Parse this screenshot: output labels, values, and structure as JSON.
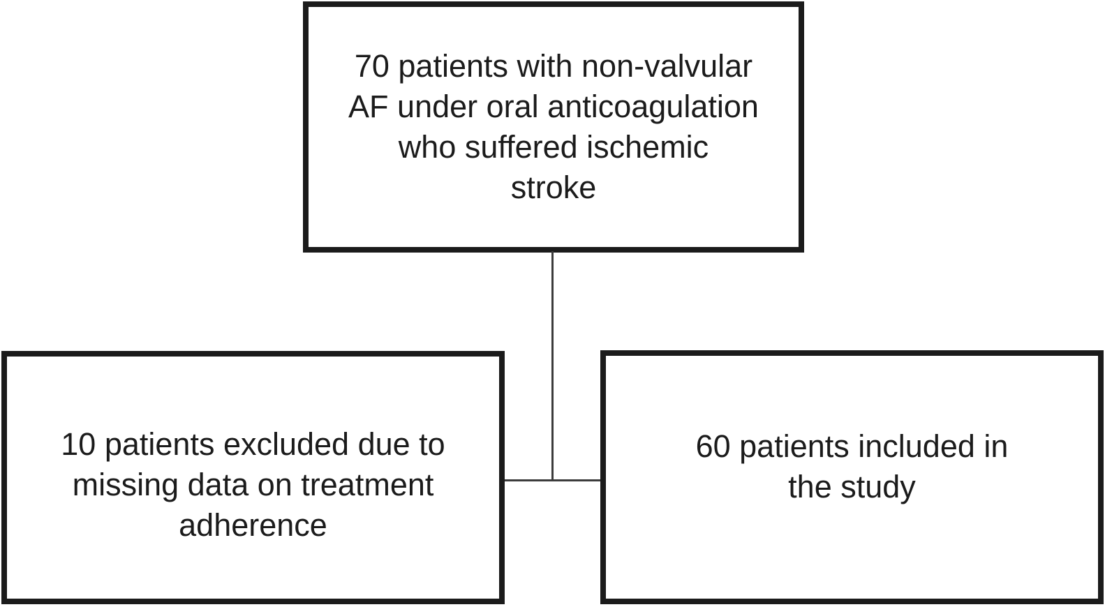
{
  "diagram": {
    "type": "patient-flow-chart",
    "boxes": {
      "cohort": {
        "lines": {
          "0": "70 patients with non-valvular",
          "1": "AF under oral anticoagulation",
          "2": "who suffered ischemic",
          "3": "stroke"
        },
        "full_text": "70 patients with non-valvular AF under oral anticoagulation who suffered ischemic stroke",
        "count": 70
      },
      "excluded": {
        "lines": {
          "0": "10 patients excluded due to",
          "1": "missing data on treatment",
          "2": "adherence"
        },
        "full_text": "10 patients excluded due to missing data on treatment adherence",
        "count": 10
      },
      "included": {
        "lines": {
          "0": "60 patients included in",
          "1": "the study"
        },
        "full_text": "60 patients included in the study",
        "count": 60
      }
    },
    "connectors": {
      "vertical": "cohort-to-branch",
      "horizontal": "excluded-to-included"
    },
    "colors": {
      "box_border": "#1b1b1b",
      "text": "#1b1b1b",
      "background": "#ffffff",
      "connector": "#3c3c3c"
    }
  }
}
